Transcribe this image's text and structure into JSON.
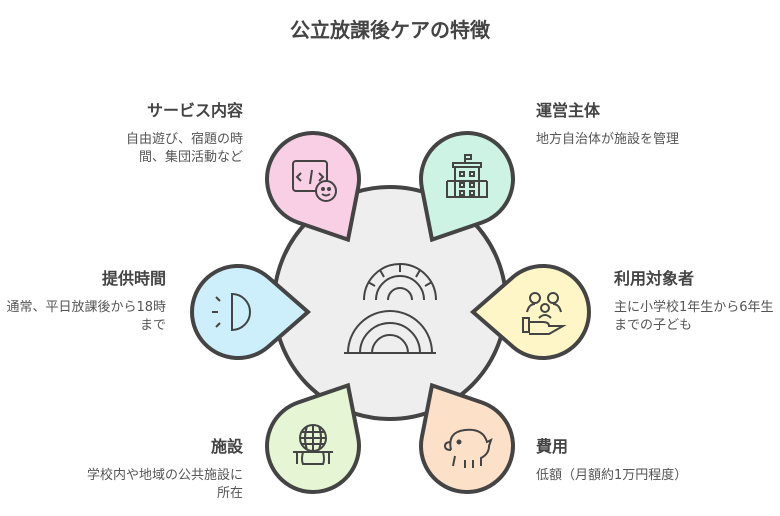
{
  "title": "公立放課後ケアの特徴",
  "items": [
    {
      "title": "サービス内容",
      "desc": "自由遊び、宿題の時間、集団活動など",
      "icon": "code-window-face-icon",
      "color": "#f9cfe6"
    },
    {
      "title": "運営主体",
      "desc": "地方自治体が施設を管理",
      "icon": "building-icon",
      "color": "#cdf3e4"
    },
    {
      "title": "提供時間",
      "desc": "通常、平日放課後から18時まで",
      "icon": "half-moon-icon",
      "color": "#cdeefb"
    },
    {
      "title": "利用対象者",
      "desc": "主に小学校1年生から6年生までの子ども",
      "icon": "children-hand-icon",
      "color": "#fff6c8"
    },
    {
      "title": "施設",
      "desc": "学校内や地域の公共施設に所在",
      "icon": "globe-facility-icon",
      "color": "#e6f5d4"
    },
    {
      "title": "費用",
      "desc": "低額（月額約1万円程度）",
      "icon": "piggy-bank-icon",
      "color": "#fde0c8"
    }
  ],
  "center": {
    "icon": "rainbow-arches-icon",
    "color": "#eeeeee"
  }
}
